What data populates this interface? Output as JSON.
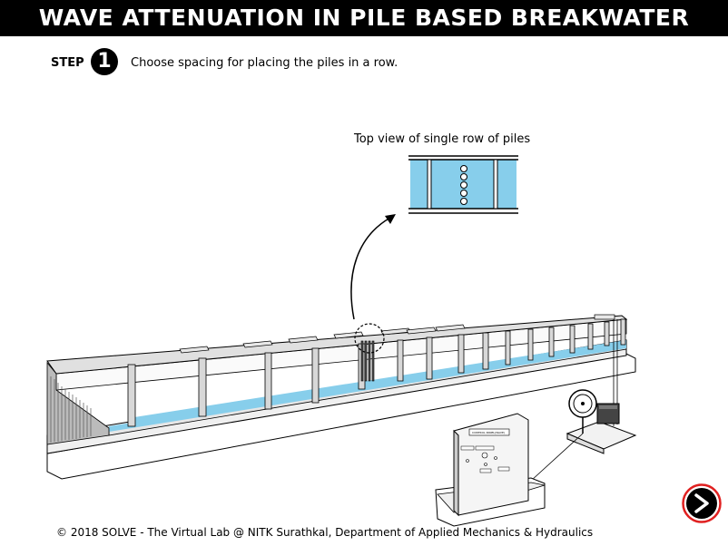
{
  "header": {
    "title": "WAVE ATTENUATION IN PILE BASED BREAKWATER"
  },
  "step": {
    "label": "STEP",
    "number": "1",
    "instruction": "Choose spacing for placing the piles in a row."
  },
  "inset": {
    "caption": "Top view of single row of piles",
    "pile_count": 5
  },
  "apparatus": {
    "controller_title": "CONTROL PANEL(WAVE)"
  },
  "footer": {
    "text": "© 2018 SOLVE - The Virtual Lab @ NITK Surathkal, Department of Applied Mechanics & Hydraulics"
  },
  "colors": {
    "water": "#87CEEB",
    "flume_frame": "#e8e8e8",
    "accent": "#e02020"
  },
  "navigation": {
    "next_icon": "chevron-right-icon"
  }
}
